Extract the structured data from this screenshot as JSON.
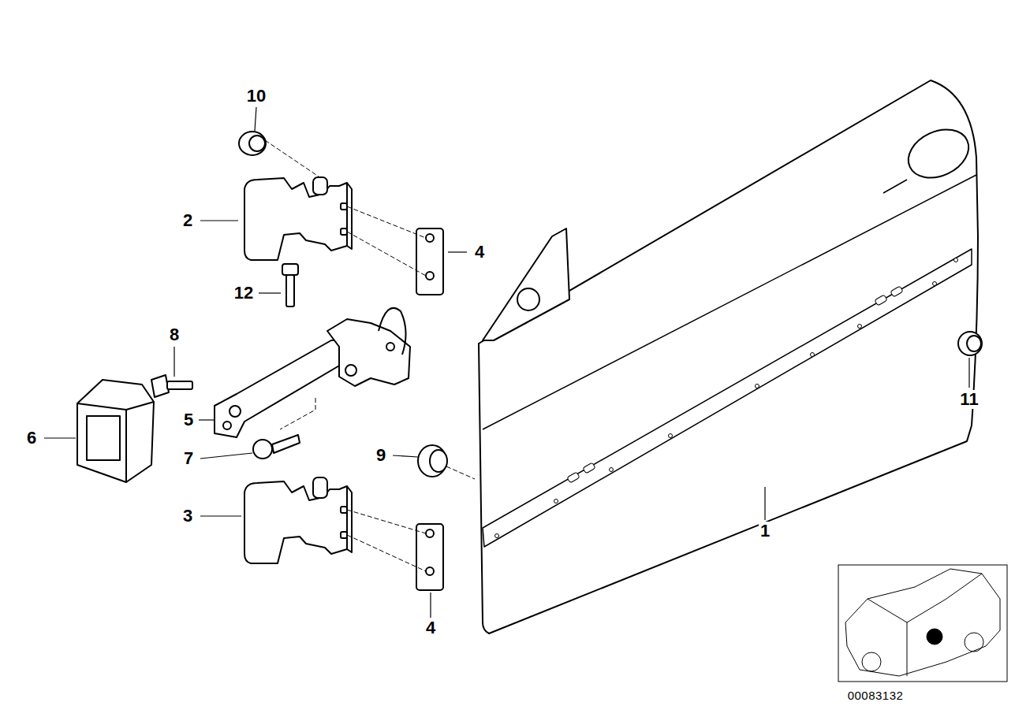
{
  "diagram": {
    "labels": [
      "10",
      "2",
      "4",
      "12",
      "8",
      "5",
      "6",
      "7",
      "9",
      "3",
      "4",
      "1",
      "11",
      "00083132"
    ]
  }
}
